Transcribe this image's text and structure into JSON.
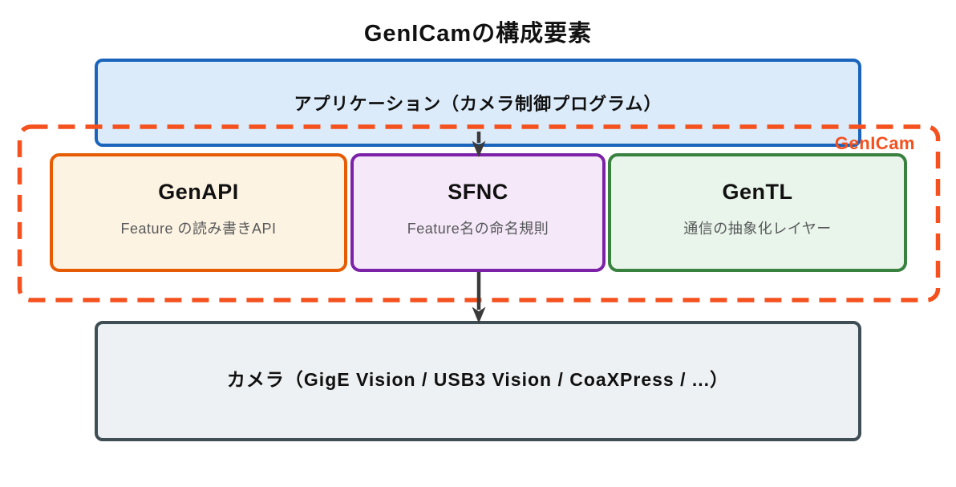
{
  "title": "GenICamの構成要素",
  "application": {
    "label": "アプリケーション（カメラ制御プログラム）"
  },
  "genicam_group": {
    "label": "GenICam"
  },
  "components": [
    {
      "id": "genapi",
      "title": "GenAPI",
      "subtitle": "Feature の読み書きAPI",
      "fill": "#fdf3e2",
      "border": "#e65c04"
    },
    {
      "id": "sfnc",
      "title": "SFNC",
      "subtitle": "Feature名の命名規則",
      "fill": "#f5e8f8",
      "border": "#7b22a8"
    },
    {
      "id": "gentl",
      "title": "GenTL",
      "subtitle": "通信の抽象化レイヤー",
      "fill": "#e9f4ea",
      "border": "#38813f"
    }
  ],
  "camera": {
    "label": "カメラ（GigE Vision / USB3 Vision / CoaXPress / ...）"
  },
  "colors": {
    "app_fill": "#dcebfa",
    "app_border": "#1a64bc",
    "genicam_dash": "#f4511e",
    "camera_fill": "#eef1f3",
    "camera_border": "#3f4d54",
    "arrow": "#3a3a3a",
    "subtitle_text": "#57595b",
    "title_text": "#111111"
  }
}
